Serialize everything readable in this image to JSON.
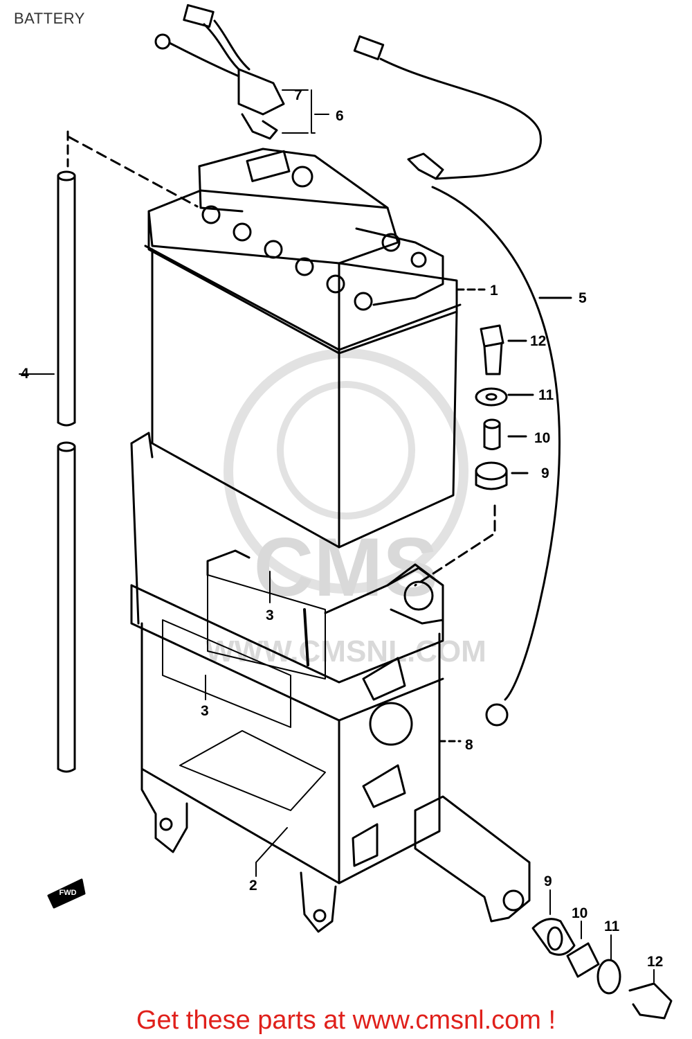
{
  "header": {
    "title": "BATTERY"
  },
  "footer": {
    "cta": "Get these parts at www.cmsnl.com !"
  },
  "watermark": {
    "brand": "CMS",
    "url": "WWW.CMSNL.COM"
  },
  "part_labels": [
    "1",
    "2",
    "3",
    "3",
    "4",
    "5",
    "6",
    "7",
    "8",
    "9",
    "10",
    "11",
    "12",
    "9",
    "10",
    "11",
    "12"
  ],
  "front_marker": "FWD",
  "colors": {
    "cta": "#e0201b",
    "line": "#000000",
    "watermark": "#d9d9d9"
  }
}
